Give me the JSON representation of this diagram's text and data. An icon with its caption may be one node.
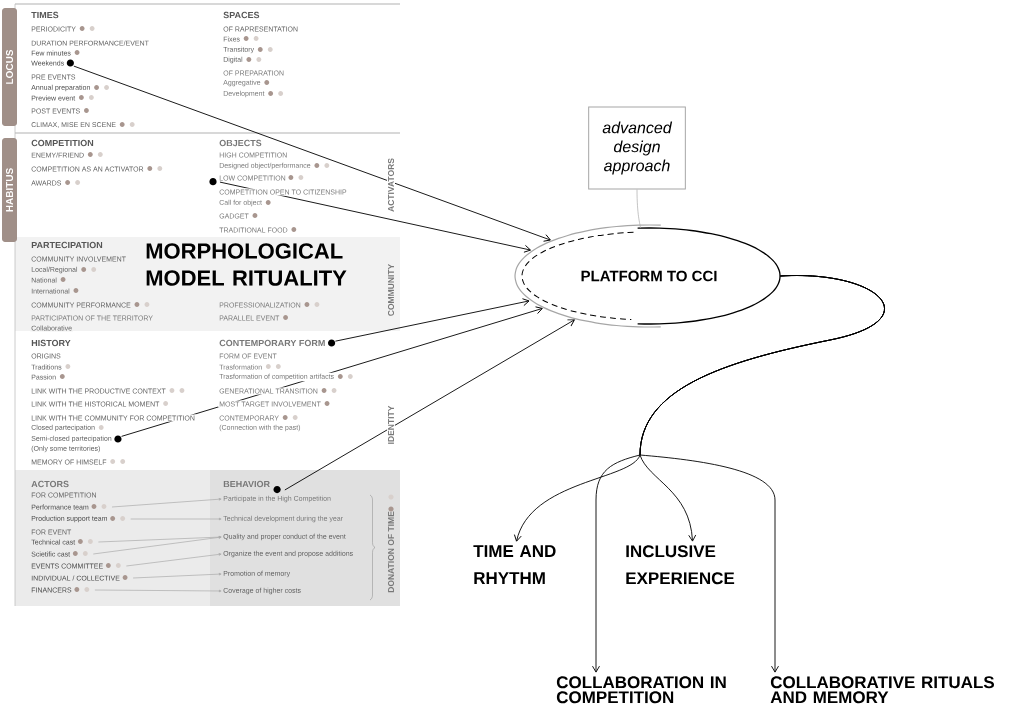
{
  "diagram": {
    "title": "MORPHOLOGICAL MODEL RITUALITY",
    "nodes": [
      {
        "text": [
          "PLATFORM TO CCI"
        ]
      },
      {
        "text": [
          "advanced design approach"
        ]
      },
      {
        "text": [
          "TIME AND RHYTHM"
        ]
      },
      {
        "text": [
          "INCLUSIVE EXPERIENCE"
        ]
      },
      {
        "text": [
          "COLLABORATION IN COMPETITION"
        ]
      },
      {
        "text": [
          "COLLABORATIVE RITUALS AND MEMORY"
        ]
      },
      {
        "text": [
          "Performance team"
        ]
      },
      {
        "text": [
          "Production support team"
        ]
      },
      {
        "text": [
          "Technical cast"
        ]
      },
      {
        "text": [
          "Scietific cast"
        ]
      },
      {
        "text": [
          "EVENTS COMMITTEE"
        ]
      },
      {
        "text": [
          "INDIVIDUAL / COLLECTIVE"
        ]
      },
      {
        "text": [
          "FINANCERS"
        ]
      },
      {
        "text": [
          "Participate in the High Competition"
        ]
      },
      {
        "text": [
          "Technical development during the year"
        ]
      },
      {
        "text": [
          "Quality and proper conduct of the event"
        ]
      },
      {
        "text": [
          "Organize the event and propose additions"
        ]
      },
      {
        "text": [
          "Promotion of memory"
        ]
      },
      {
        "text": [
          "Coverage of higher costs"
        ]
      },
      {
        "text": [
          "Weekends"
        ]
      },
      {
        "text": [
          "LOW COMPETITION"
        ]
      },
      {
        "text": [
          "CONTEMPORARY FORM"
        ]
      },
      {
        "text": [
          "Semi-closed partecipation"
        ]
      }
    ],
    "edges": [
      {
        "from": 19,
        "to": 0,
        "arrow": "to"
      },
      {
        "from": 20,
        "to": 0,
        "arrow": "to"
      },
      {
        "from": 21,
        "to": 0,
        "arrow": "to"
      },
      {
        "from": 22,
        "to": 0,
        "arrow": "to"
      },
      {
        "from": 13,
        "to": 0,
        "arrow": "to"
      },
      {
        "from": 1,
        "to": 0,
        "arrow": "none",
        "color": "#aaaaaa"
      },
      {
        "from": 0,
        "to": 2,
        "arrow": "to"
      },
      {
        "from": 0,
        "to": 3,
        "arrow": "to"
      },
      {
        "from": 0,
        "to": 4,
        "arrow": "to"
      },
      {
        "from": 0,
        "to": 5,
        "arrow": "to"
      },
      {
        "from": 6,
        "to": 13,
        "arrow": "to",
        "color": "#aaaaaa"
      },
      {
        "from": 7,
        "to": 14,
        "arrow": "to",
        "color": "#aaaaaa"
      },
      {
        "from": 8,
        "to": 15,
        "arrow": "to",
        "color": "#aaaaaa"
      },
      {
        "from": 9,
        "to": 15,
        "arrow": "to",
        "color": "#aaaaaa"
      },
      {
        "from": 10,
        "to": 16,
        "arrow": "to",
        "color": "#aaaaaa"
      },
      {
        "from": 11,
        "to": 17,
        "arrow": "to",
        "color": "#aaaaaa"
      },
      {
        "from": 12,
        "to": 18,
        "arrow": "to",
        "color": "#aaaaaa"
      }
    ],
    "labels": [
      "LOCUS",
      "TIMES",
      "PERIODICITY",
      "DURATION PERFORMANCE/EVENT",
      "Few minutes",
      "PRE EVENTS",
      "Annual preparation",
      "Preview event",
      "POST EVENTS",
      "CLIMAX, MISE EN SCENE",
      "SPACES",
      "OF RAPRESENTATION",
      "Fixes",
      "Transitory",
      "Digital",
      "OF PREPARATION",
      "Aggregative",
      "Development",
      "HABITUS",
      "COMPETITION",
      "ENEMY/FRIEND",
      "COMPETITION AS AN ACTIVATOR",
      "AWARDS",
      "OBJECTS",
      "HIGH COMPETITION",
      "Designed object/performance",
      "COMPETITION OPEN TO CITIZENSHIP",
      "Call for object",
      "GADGET",
      "TRADITIONAL FOOD",
      "ACTIVATORS",
      "PARTECIPATION",
      "COMMUNITY INVOLVEMENT",
      "Local/Regional",
      "National",
      "International",
      "COMMUNITY PERFORMANCE",
      "PARTICIPATION OF THE TERRITORY",
      "Collaborative",
      "PROFESSIONALIZATION",
      "PARALLEL EVENT",
      "COMMUNITY",
      "HISTORY",
      "ORIGINS",
      "Traditions",
      "Passion",
      "LINK WITH THE PRODUCTIVE CONTEXT",
      "LINK WITH THE HISTORICAL MOMENT",
      "LINK WITH THE COMMUNITY FOR COMPETITION",
      "Closed partecipation",
      "(Only some territories)",
      "MEMORY OF HIMSELF",
      "FORM OF EVENT",
      "Trasformation",
      "Trasformation of competition artifacts",
      "GENERATIONAL TRANSITION",
      "MOST TARGET INVOLVEMENT",
      "CONTEMPORARY",
      "(Connection with the past)",
      "IDENTITY",
      "ACTORS",
      "FOR COMPETITION",
      "FOR EVENT",
      "BEHAVIOR",
      "DONATION OF TIME"
    ]
  }
}
